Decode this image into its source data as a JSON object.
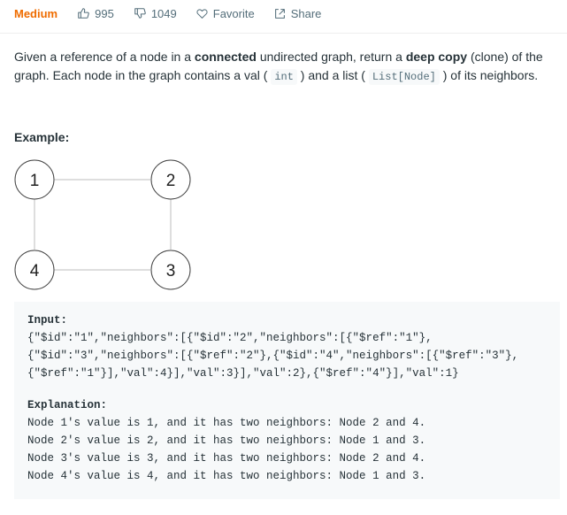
{
  "header": {
    "difficulty": "Medium",
    "likes": "995",
    "dislikes": "1049",
    "favorite_label": "Favorite",
    "share_label": "Share",
    "difficulty_color": "#ef6c00"
  },
  "description": {
    "p1": "Given a reference of a node in a ",
    "connected": "connected",
    "p2": " undirected graph, return a ",
    "deep_copy": "deep copy",
    "p3": " (clone) of the graph. Each node in the graph contains a val ( ",
    "int": "int",
    "p4": " ) and a list ( ",
    "list": "List[Node]",
    "p5": " ) of its neighbors."
  },
  "example": {
    "title": "Example:",
    "graph": {
      "nodes": [
        "1",
        "2",
        "3",
        "4"
      ]
    },
    "input_label": "Input:",
    "input_lines": [
      "{\"$id\":\"1\",\"neighbors\":[{\"$id\":\"2\",\"neighbors\":[{\"$ref\":\"1\"},",
      "{\"$id\":\"3\",\"neighbors\":[{\"$ref\":\"2\"},{\"$id\":\"4\",\"neighbors\":[{\"$ref\":\"3\"},",
      "{\"$ref\":\"1\"}],\"val\":4}],\"val\":3}],\"val\":2},{\"$ref\":\"4\"}],\"val\":1}"
    ],
    "explanation_label": "Explanation:",
    "explanation_lines": [
      "Node 1's value is 1, and it has two neighbors: Node 2 and 4.",
      "Node 2's value is 2, and it has two neighbors: Node 1 and 3.",
      "Node 3's value is 3, and it has two neighbors: Node 2 and 4.",
      "Node 4's value is 4, and it has two neighbors: Node 1 and 3."
    ]
  }
}
